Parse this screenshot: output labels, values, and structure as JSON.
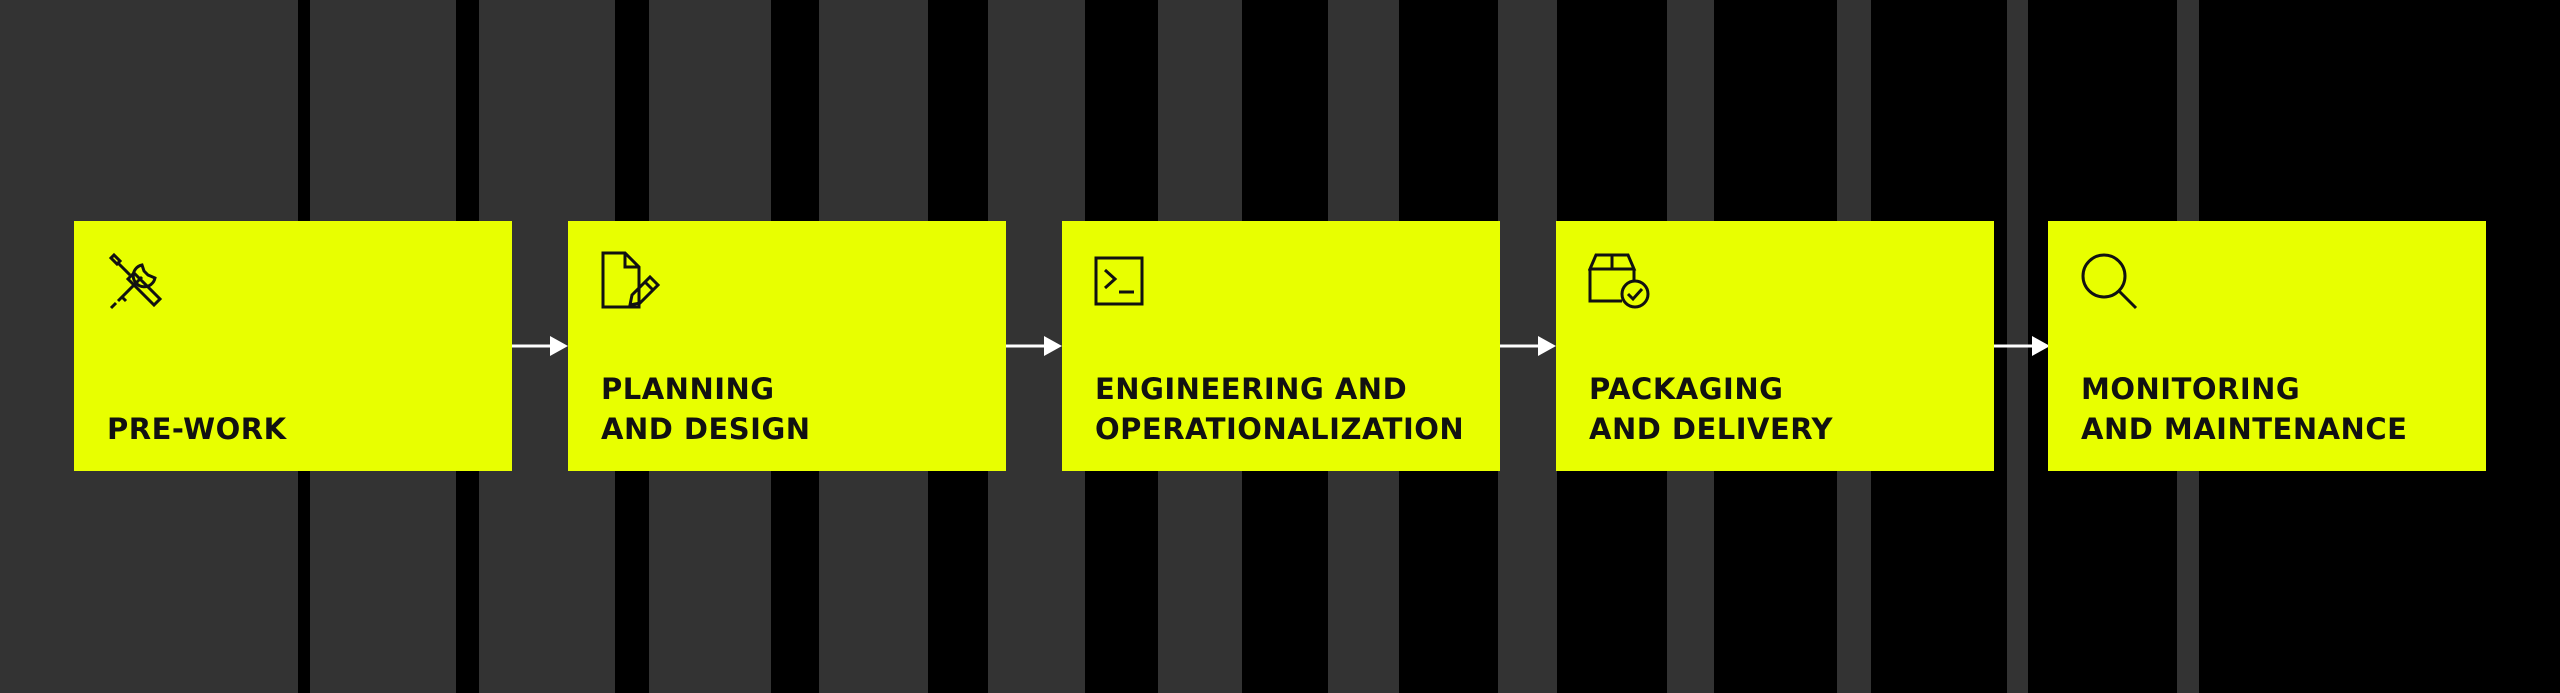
{
  "colors": {
    "background": "#000000",
    "stripe": "#333333",
    "card": "#e8ff00",
    "text": "#111111",
    "connector": "#ffffff"
  },
  "steps": [
    {
      "label": "PRE-WORK",
      "icon": "tools-icon"
    },
    {
      "label": "PLANNING\nAND DESIGN",
      "icon": "document-edit-icon"
    },
    {
      "label": "ENGINEERING AND\nOPERATIONALIZATION",
      "icon": "terminal-icon"
    },
    {
      "label": "PACKAGING\nAND DELIVERY",
      "icon": "package-check-icon"
    },
    {
      "label": "MONITORING\nAND MAINTENANCE",
      "icon": "search-icon"
    }
  ]
}
